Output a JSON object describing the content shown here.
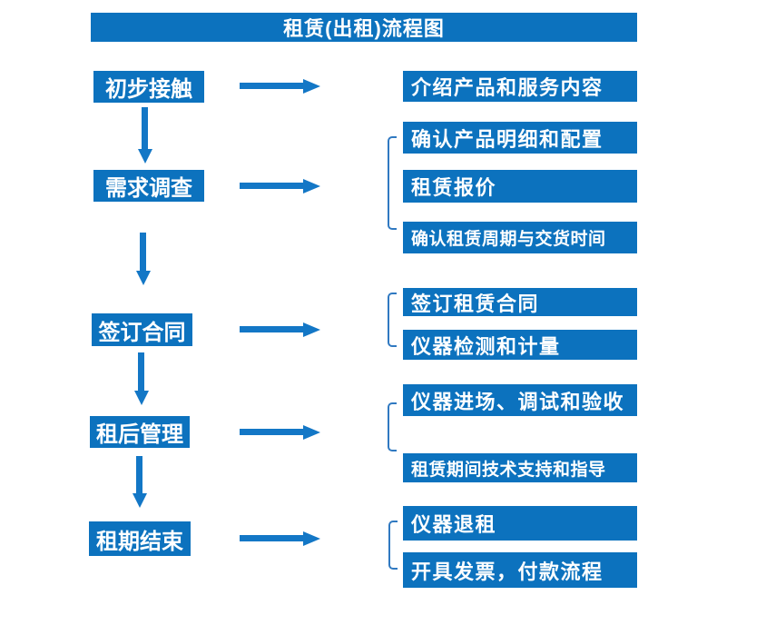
{
  "header": {
    "title": "租赁(出租)流程图"
  },
  "colors": {
    "primary_blue": "#0c72be",
    "arrow_blue": "#1377c6",
    "bracket_blue": "#3079c1",
    "text_white": "#ffffff",
    "background": "#ffffff"
  },
  "flow": {
    "steps": [
      {
        "label": "初步接触",
        "details": [
          "介绍产品和服务内容"
        ]
      },
      {
        "label": "需求调查",
        "details": [
          "确认产品明细和配置",
          "租赁报价",
          "确认租赁周期与交货时间"
        ]
      },
      {
        "label": "签订合同",
        "details": [
          "签订租赁合同",
          "仪器检测和计量"
        ]
      },
      {
        "label": "租后管理",
        "details": [
          "仪器进场、调试和验收",
          "租赁期间技术支持和指导"
        ]
      },
      {
        "label": "租期结束",
        "details": [
          "仪器退租",
          "开具发票，付款流程"
        ]
      }
    ]
  }
}
